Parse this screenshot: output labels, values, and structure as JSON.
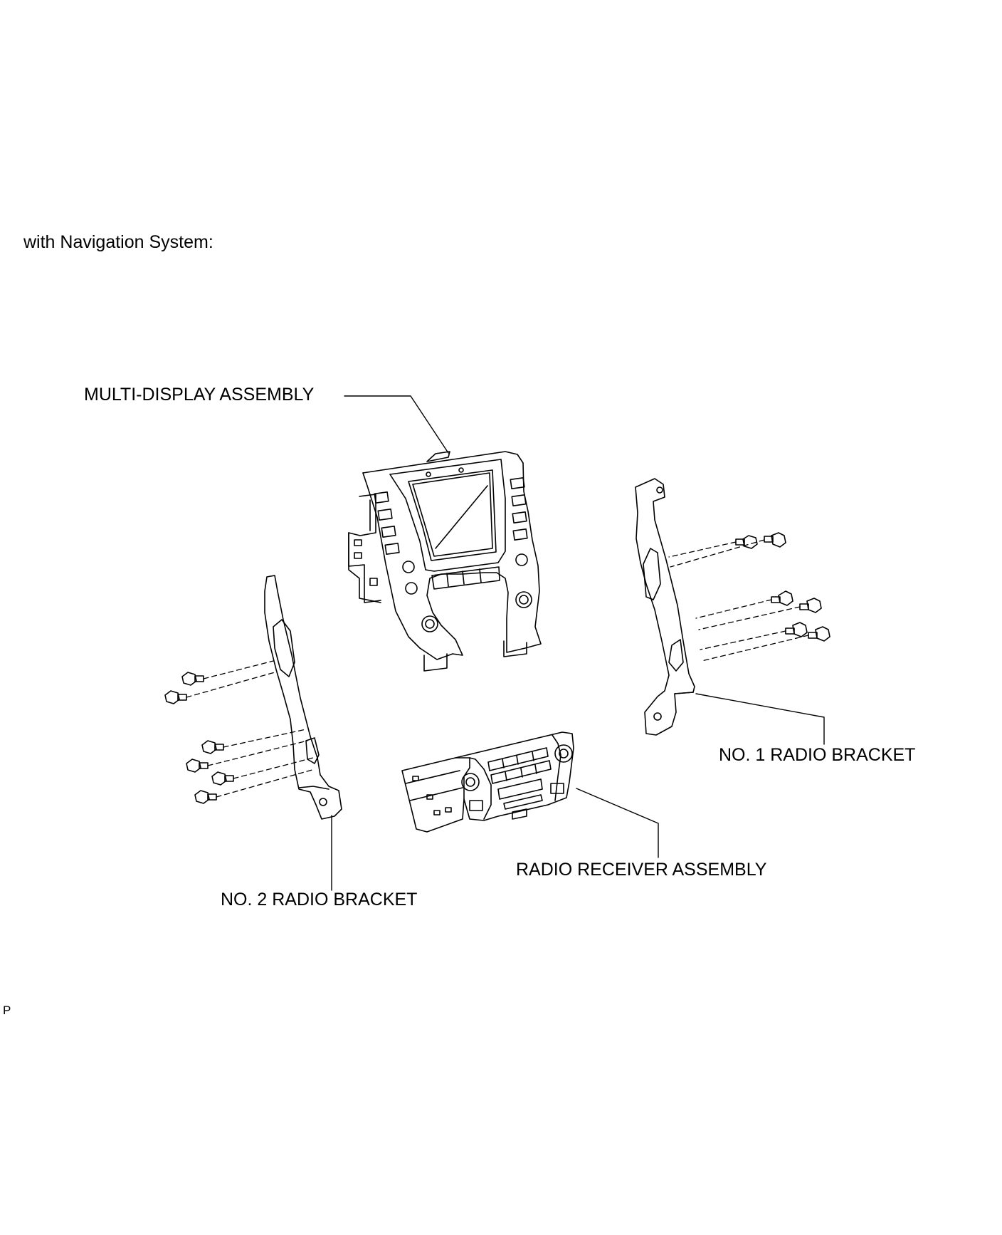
{
  "caption": "with Navigation System:",
  "labels": {
    "multi_display": "MULTI-DISPLAY ASSEMBLY",
    "no1_bracket": "NO. 1 RADIO BRACKET",
    "radio_receiver": "RADIO RECEIVER ASSEMBLY",
    "no2_bracket": "NO. 2 RADIO BRACKET"
  },
  "corner_code": "P"
}
